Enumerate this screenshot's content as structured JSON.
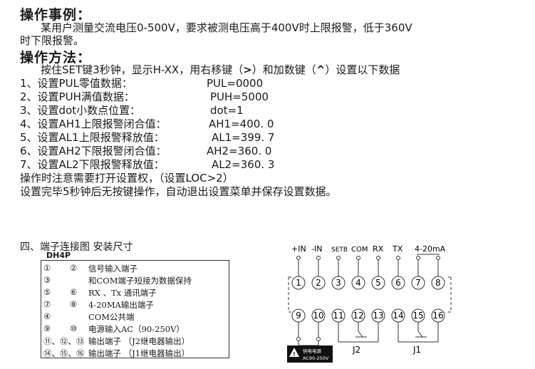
{
  "example": {
    "title": "操作事例：",
    "line1": "某用户测量交流电压0-500V，要求被测电压高于400V时上限报警，低于360V",
    "line2": "时下限报警。"
  },
  "method": {
    "title": "操作方法：",
    "intro": "按住SET键3秒钟，显示H-XX，用右移键（",
    "intro_mid": "）和加数键（",
    "intro_end": "）设置以下数据",
    "right_key_symbol": ">",
    "up_key_symbol": "^",
    "steps": [
      {
        "label": "1、设置PUL零值数据：",
        "value": "PUL=0000"
      },
      {
        "label": "2、设置PUH满值数据：",
        "value": "PUH=5000"
      },
      {
        "label": "3、设置dot小数点位置：",
        "value": "dot=1"
      },
      {
        "label": "4、设置AH1上限报警闭合值：",
        "value": "AH1=400. 0"
      },
      {
        "label": "5、设置AL1上限报警释放值：",
        "value": "AL1=399. 7"
      },
      {
        "label": "6、设置AH2下限报警闭合值：",
        "value": "AH2=360. 0"
      },
      {
        "label": "7、设置AL2下限报警释放值：",
        "value": "AL2=360. 3"
      }
    ],
    "note1": "操作时注意需要打开设置权，（设置LOC>2）",
    "note2": "设置完毕5秒钟后无按键操作，自动退出设置菜单并保存设置数据。"
  },
  "section4": {
    "title": "四、端子连接图 安装尺寸",
    "model": "DH4P",
    "table_rows": [
      {
        "a": "①",
        "b": "②",
        "desc": "信号输入端子"
      },
      {
        "a": "",
        "b": "",
        "desc": "和COM端子短接为数据保持"
      },
      {
        "a": "⑤",
        "b": "⑥",
        "desc": "RX 、Tx    通讯端子"
      },
      {
        "a": "⑦",
        "b": "⑧",
        "desc": "4-20MA输出端子"
      },
      {
        "a": "④",
        "b": "",
        "desc": "COM公共端"
      },
      {
        "a": "⑨",
        "b": "⑩",
        "desc": "电源输入AC（90-250V）"
      },
      {
        "a": "⑪、⑫、⑬",
        "b": "",
        "desc": "输出端子   （J2继电器输出）"
      },
      {
        "a": "⑭、⑮、⑯",
        "b": "",
        "desc": "输出端子   （J1继电器输出）"
      }
    ],
    "row2_left": "③"
  },
  "diagram": {
    "top_labels": [
      "+IN",
      "-IN",
      "SETB",
      "COM",
      "RX",
      "TX",
      "4-20mA"
    ],
    "top_terminals": [
      "1",
      "2",
      "3",
      "4",
      "5",
      "6",
      "7",
      "8"
    ],
    "bottom_terminals": [
      "9",
      "10",
      "11",
      "12",
      "13",
      "14",
      "15",
      "16"
    ],
    "relay_labels": [
      "J2",
      "J1"
    ],
    "warning_line1": "供电电源",
    "warning_line2": "AC90-250V"
  }
}
